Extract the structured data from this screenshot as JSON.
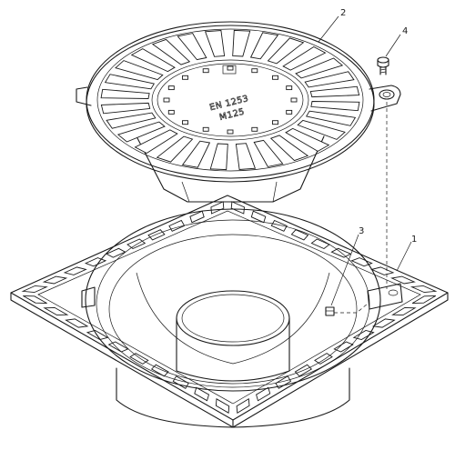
{
  "drawing": {
    "callouts": {
      "grate": "2",
      "bolt": "4",
      "frame": "1",
      "lock": "3"
    },
    "grate_marking": {
      "line1": "EN 1253",
      "line2": "M125"
    }
  },
  "colors": {
    "ink": "#1a1a1a",
    "paper": "#ffffff"
  }
}
